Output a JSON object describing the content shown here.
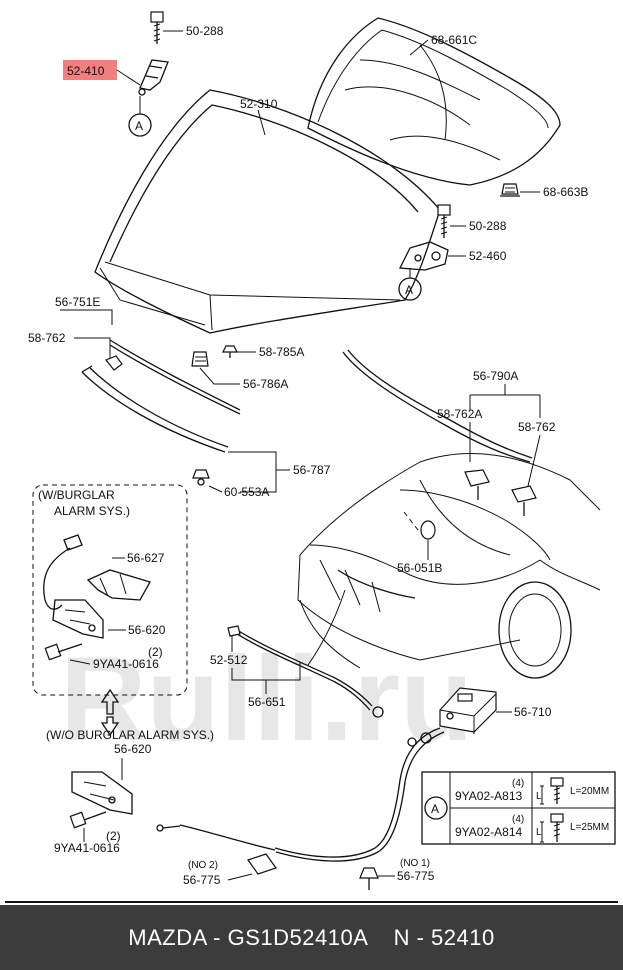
{
  "watermark": "Rulli.ru",
  "highlight_color": "#f08080",
  "part_labels": {
    "p50_288_top": "50-288",
    "p52_410": "52-410",
    "p52_310": "52-310",
    "p68_661c": "68-661C",
    "p68_663b": "68-663B",
    "p50_288_mid": "50-288",
    "p52_460": "52-460",
    "p56_751e": "56-751E",
    "p58_762_left": "58-762",
    "p58_785a": "58-785A",
    "p56_786a": "56-786A",
    "p56_787": "56-787",
    "p60_553a": "60-553A",
    "p56_790a": "56-790A",
    "p58_762a": "58-762A",
    "p58_762_right": "58-762",
    "p56_051b": "56-051B",
    "p56_627": "56-627",
    "p56_620_a": "56-620",
    "p9ya41_0616_a": "9YA41-0616",
    "p52_512": "52-512",
    "p56_651": "56-651",
    "p56_710": "56-710",
    "p56_620_b": "56-620",
    "p9ya41_0616_b": "9YA41-0616",
    "p56_775_no2": "56-775",
    "p56_775_no1": "56-775"
  },
  "qty_labels": {
    "q_a": "(2)",
    "q_b": "(2)",
    "q_813": "(4)",
    "q_814": "(4)"
  },
  "notes": {
    "burglar_line1": "(W/BURGLAR",
    "burglar_line2": "ALARM SYS.)",
    "wo_burglar": "(W/O BURGLAR ALARM SYS.)",
    "no2": "(NO 2)",
    "no1": "(NO 1)"
  },
  "callout": {
    "letter": "A",
    "rows": [
      {
        "part": "9YA02-A813",
        "length": "L=20MM"
      },
      {
        "part": "9YA02-A814",
        "length": "L=25MM"
      }
    ],
    "dim_letter": "L"
  },
  "footer": {
    "brand": "MAZDA",
    "sep": " - ",
    "part_number": "GS1D52410A",
    "gap": "    ",
    "catalog_code": "N - 52410"
  }
}
